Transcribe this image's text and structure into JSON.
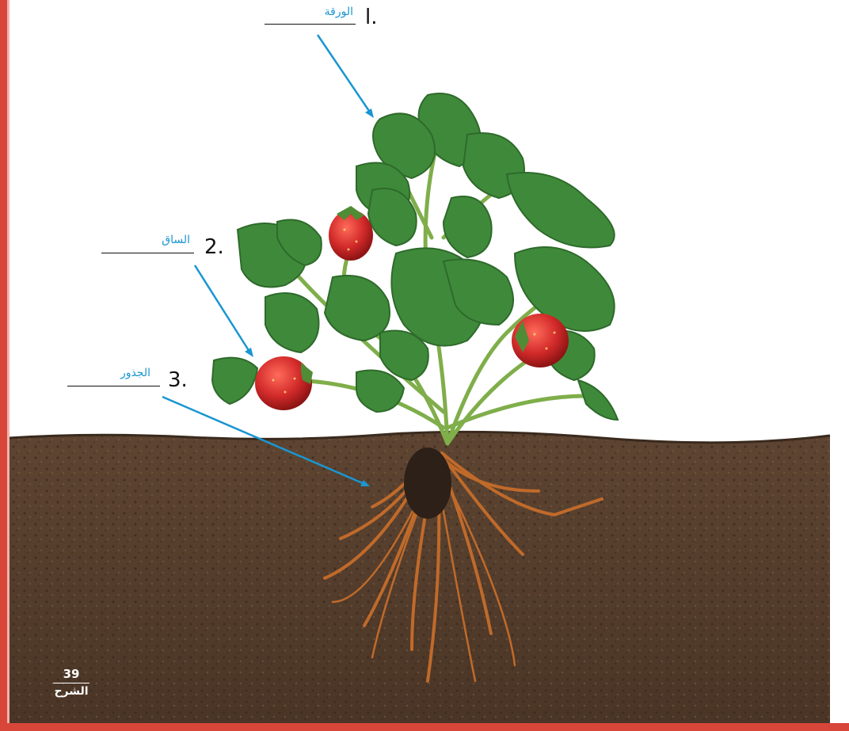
{
  "labels": [
    {
      "num": "ا.",
      "word": "الورقة"
    },
    {
      "num": "2.",
      "word": "الساق"
    },
    {
      "num": "3.",
      "word": "الجذور"
    }
  ],
  "page_ref": {
    "number": "39",
    "text": "الشرح"
  },
  "colors": {
    "border": "#d8463a",
    "arrow": "#1a96d0",
    "label_word": "#1a96d0",
    "soil": "#5a4230",
    "leaf": "#3f8a3a",
    "strawberry": "#d22a2a",
    "root": "#c06a2a"
  },
  "icons": [
    "strawberry-plant-image",
    "soil-image",
    "roots-image"
  ]
}
